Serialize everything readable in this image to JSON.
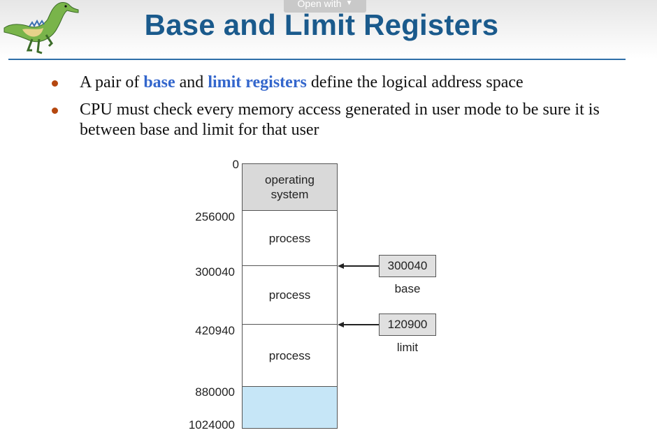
{
  "overlay": {
    "open_with_label": "Open with"
  },
  "slide": {
    "title": "Base and Limit Registers",
    "bullets": [
      {
        "pre": "A pair of ",
        "hl1": "base",
        "mid": " and ",
        "hl2": "limit registers",
        "post": " define the logical address space"
      },
      {
        "text": "CPU must check every memory access generated in user mode to be sure it is between base and limit for that user"
      }
    ]
  },
  "diagram": {
    "addresses": [
      "0",
      "256000",
      "300040",
      "420940",
      "880000",
      "1024000"
    ],
    "segments": [
      {
        "label_line1": "operating",
        "label_line2": "system",
        "fill": "#d9d9d9"
      },
      {
        "label": "process",
        "fill": "#ffffff"
      },
      {
        "label": "process",
        "fill": "#ffffff"
      },
      {
        "label": "process",
        "fill": "#ffffff"
      },
      {
        "label": "",
        "fill": "#c6e6f7"
      }
    ],
    "registers": [
      {
        "value": "300040",
        "name": "base"
      },
      {
        "value": "120900",
        "name": "limit"
      }
    ]
  },
  "colors": {
    "title": "#1a5a8c",
    "highlight": "#3366cc",
    "bullet": "#b5470f",
    "rule": "#2f6fa8"
  },
  "icons": {
    "logo": "dinosaur-logo-icon",
    "dropdown": "chevron-down-icon"
  }
}
